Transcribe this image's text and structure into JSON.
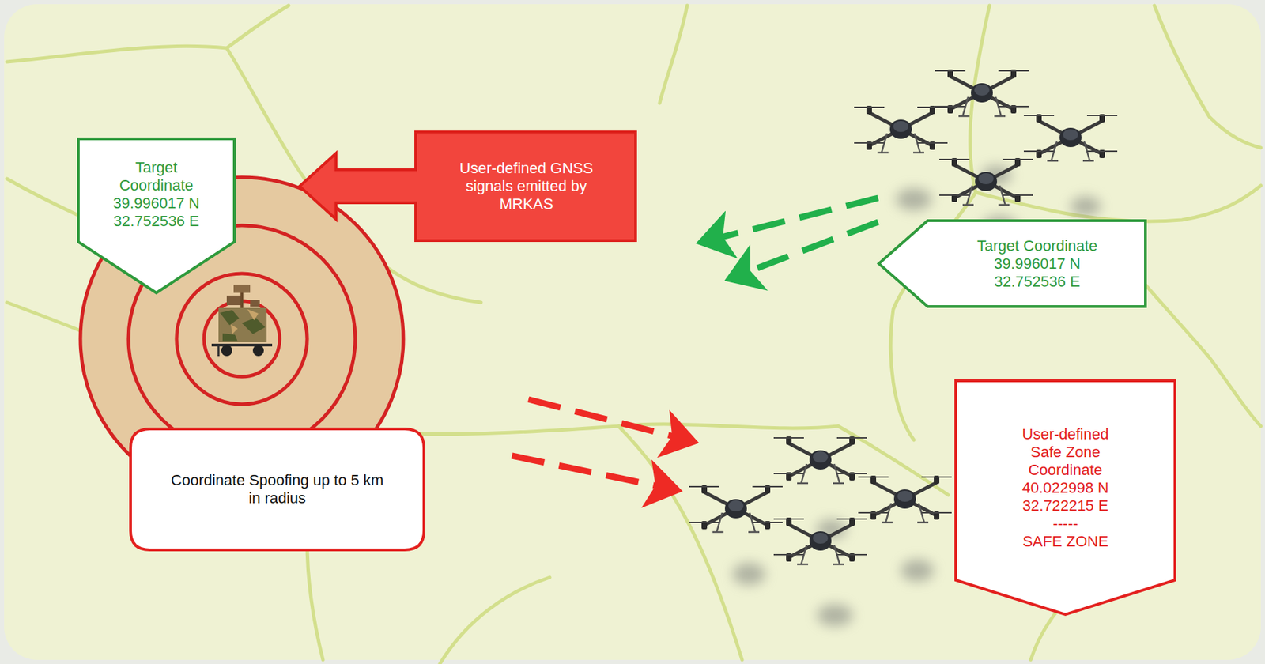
{
  "diagram": {
    "nodes": [
      {
        "text": [
          "Target Coordinate 39.996017 N 32.752536 E"
        ]
      },
      {
        "text": [
          "User-defined GNSS signals emitted by MRKAS"
        ]
      },
      {
        "text": [
          "Target Coordinate",
          "39.996017 N 32.752536 E"
        ]
      },
      {
        "text": [
          "Coordinate Spoofing up to 5 km in radius"
        ]
      },
      {
        "text": [
          "User-defined Safe Zone Coordinate",
          "40.022998 N 32.722215 E",
          "-----",
          "SAFE ZONE"
        ]
      }
    ]
  }
}
